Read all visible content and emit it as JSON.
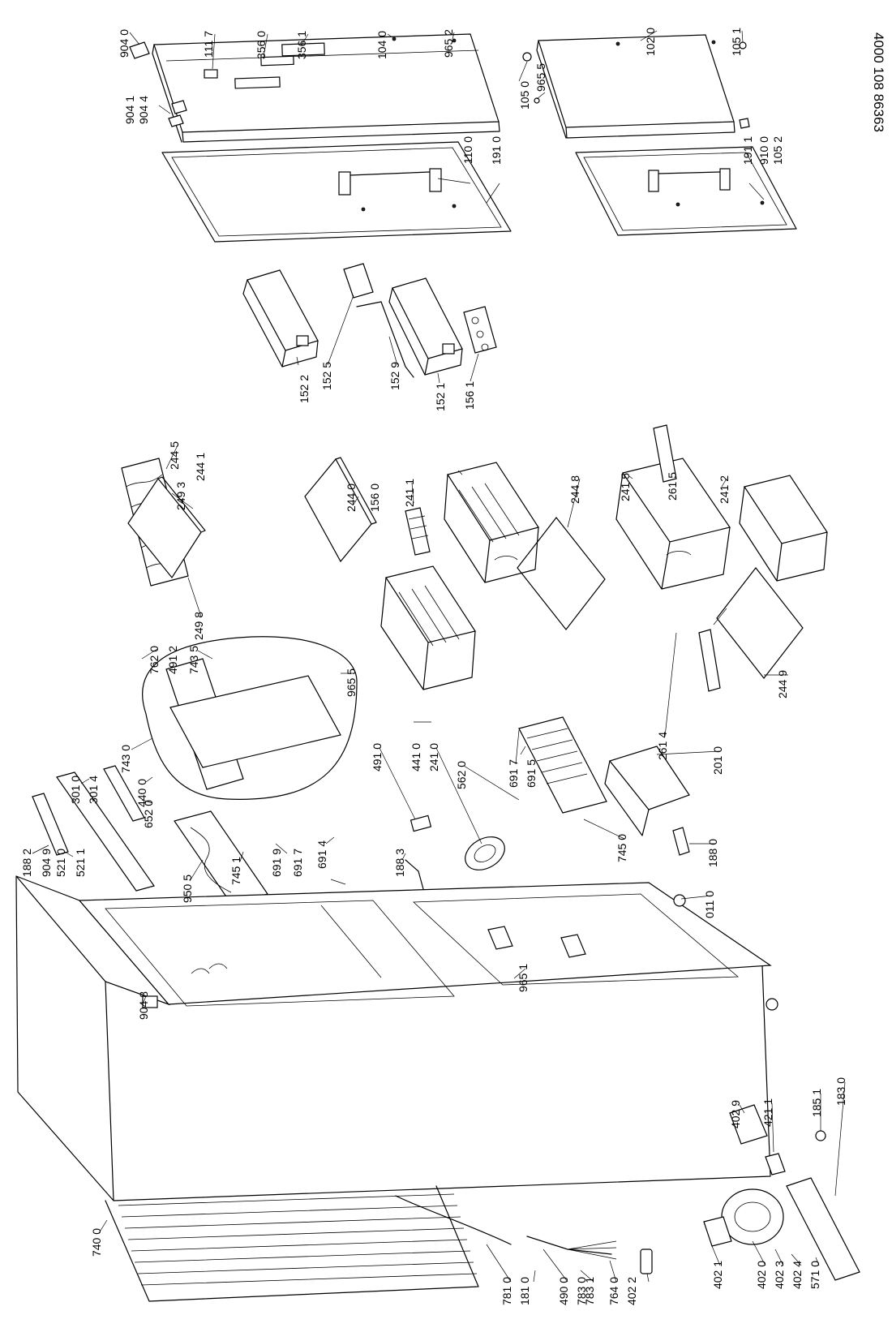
{
  "document_number": "4000 108 86363",
  "labels": [
    "904 0",
    "111 7",
    "356 0",
    "356 1",
    "104 0",
    "965 2",
    "102 0",
    "105 1",
    "105 0",
    "965 5",
    "904 1",
    "904 4",
    "110 0",
    "191 0",
    "191 1",
    "910 0",
    "105 2",
    "152 2",
    "152 5",
    "152 9",
    "152 1",
    "156 1",
    "244 5",
    "244 1",
    "249 3",
    "244 0",
    "156 0",
    "241 1",
    "244 8",
    "241 5",
    "261 5",
    "241 2",
    "249 8",
    "762 0",
    "491 2",
    "743 5",
    "965 5",
    "743 0",
    "440 0",
    "301 0",
    "301 4",
    "652 0",
    "188 2",
    "904 9",
    "521 0",
    "521 1",
    "950 5",
    "745 1",
    "691 9",
    "691 7",
    "691 4",
    "188 3",
    "491 0",
    "441 0",
    "241 0",
    "691 7",
    "691 5",
    "562 0",
    "745 0",
    "261 4",
    "244 9",
    "201 0",
    "188 0",
    "011 0",
    "965 1",
    "904 8",
    "402 9",
    "421 1",
    "185 1",
    "183 0",
    "740 0",
    "781 0",
    "181 0",
    "490 0",
    "783 0",
    "783 1",
    "764 0",
    "402 2",
    "402 1",
    "402 0",
    "402 3",
    "402 4",
    "571 0"
  ]
}
